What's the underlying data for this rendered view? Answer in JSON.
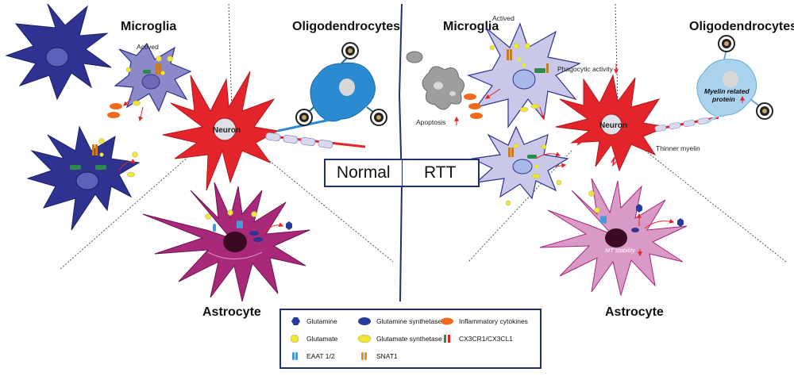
{
  "labels": {
    "left_microglia": "Microglia",
    "left_oligodendrocytes": "Oligodendrocytes",
    "left_actived": "Actived",
    "left_neuron": "Neuron",
    "left_astrocyte": "Astrocyte",
    "right_microglia": "Microglia",
    "right_oligodendrocytes": "Oligodendrocytes",
    "right_actived": "Actived",
    "right_neuron": "Neuron",
    "right_astrocyte": "Astrocyte",
    "phagocytic_activity": "Phagocytic activity",
    "apoptosis": "Apoptosis",
    "myelin_related_protein_line1": "Myelin related",
    "myelin_related_protein_line2": "protein",
    "thinner_myelin": "Thinner myelin",
    "mt_stability": "MT stability"
  },
  "center_box": {
    "left": "Normal",
    "right": "RTT"
  },
  "legend": {
    "items": [
      {
        "label": "Glutamine",
        "icon": "hexagon-dark-blue"
      },
      {
        "label": "Glutamine synthetase",
        "icon": "oval-dark-blue"
      },
      {
        "label": "Inflammatory cytokines",
        "icon": "oval-orange"
      },
      {
        "label": "Glutamate",
        "icon": "circle-yellow"
      },
      {
        "label": "Glutamate synthetase",
        "icon": "oval-yellow"
      },
      {
        "label": "CX3CR1/CX3CL1",
        "icon": "bars-green-red"
      },
      {
        "label": "EAAT 1/2",
        "icon": "capsules-blue"
      },
      {
        "label": "SNAT1",
        "icon": "capsules-orange"
      }
    ]
  },
  "colors": {
    "microglia_normal": "#2f3290",
    "microglia_active": "#8c89c8",
    "microglia_rtt": "#c9c8e8",
    "neuron": "#e3242b",
    "astrocyte_normal": "#a8287a",
    "astrocyte_rtt": "#d99ac8",
    "oligodendrocyte_normal": "#2b8bd0",
    "oligodendrocyte_rtt": "#a9d3ee",
    "glutamate": "#f0e830",
    "cytokine": "#f06a1c",
    "glutamine": "#273b9c",
    "arrow": "#e3242b",
    "frame": "#20306e"
  }
}
